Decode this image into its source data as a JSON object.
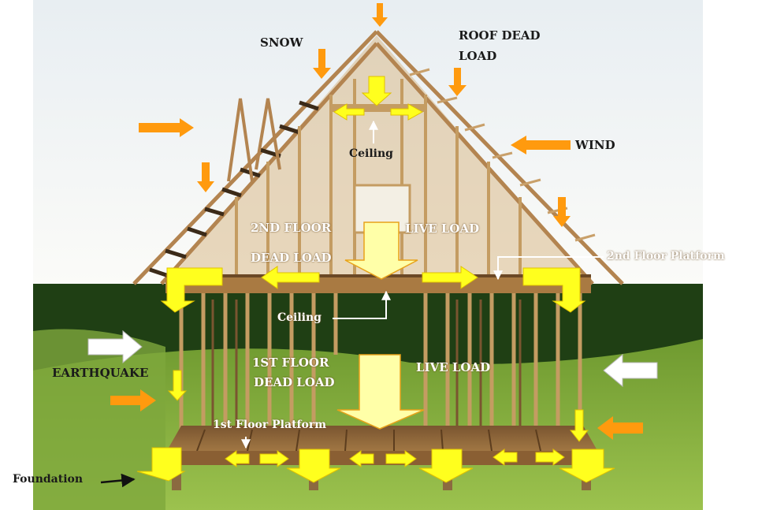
{
  "colors": {
    "sky_top": "#eef3f5",
    "sky_bottom": "#ffffff",
    "ground": "#1d3d12",
    "lawn": "#7da63a",
    "wood": "#c49c62",
    "wood_dark": "#7a5530",
    "load_arrow": "#ffff1e",
    "external_arrow": "#ff9a0e",
    "lateral_arrow": "#ffffff"
  },
  "labels": {
    "snow": "SNOW",
    "roof_dead_load_1": "ROOF  DEAD",
    "roof_dead_load_2": "LOAD",
    "wind": "WIND",
    "ceiling_upper": "Ceiling",
    "second_floor": "2ND FLOOR",
    "second_dead_load": "DEAD LOAD",
    "second_live_load": "LIVE LOAD",
    "second_floor_platform": "2nd Floor Platform",
    "ceiling_lower": "Ceiling",
    "earthquake": "EARTHQUAKE",
    "first_floor": "1ST FLOOR",
    "first_dead_load": "DEAD LOAD",
    "first_live_load": "LIVE LOAD",
    "first_floor_platform": "1st Floor Platform",
    "foundation": "Foundation"
  },
  "icons": {
    "load_path": "yellow-arrow-icon",
    "external_load": "orange-arrow-icon",
    "lateral_load": "white-arrow-icon",
    "pointer": "pointer-arrow-icon"
  }
}
